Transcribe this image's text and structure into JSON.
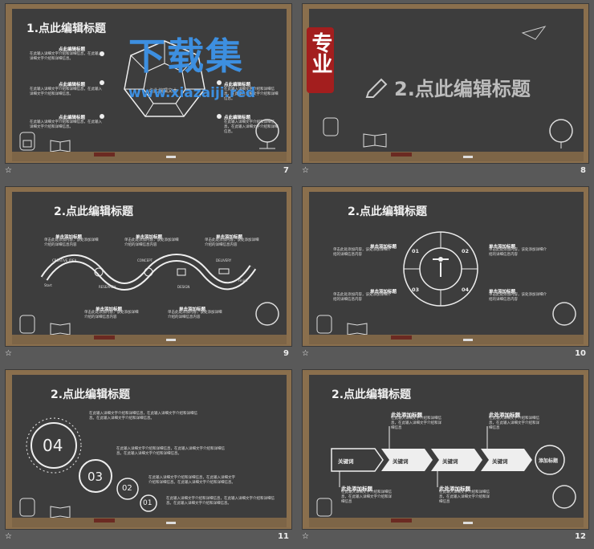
{
  "slides": [
    {
      "number": "7",
      "title": "1.点此编辑标题",
      "items": [
        {
          "head": "点此编辑标题",
          "text": "在此输入详细文字介绍和详细信息，在此输入详细文字介绍和详细信息。"
        },
        {
          "head": "点此编辑标题",
          "text": "在此输入详细文字介绍和详细信息，在此输入详细文字介绍和详细信息。"
        },
        {
          "head": "点此编辑标题",
          "text": "在此输入详细文字介绍和详细信息，在此输入详细文字介绍和详细信息。"
        },
        {
          "head": "点此编辑标题",
          "text": "在此输入详细文字介绍和详细信息，在此输入详细文字介绍和详细信息。"
        },
        {
          "head": "点此编辑标题",
          "text": "在此输入详细文字介绍和详细信息，在此输入详细文字介绍和详细信息。"
        }
      ],
      "center_text": "点此编辑文本"
    },
    {
      "number": "8",
      "title": "2.点此编辑标题"
    },
    {
      "number": "9",
      "title": "2.点此编辑标题",
      "heads": [
        "单击添加标题",
        "单击添加标题",
        "单击添加标题",
        "单击添加标题",
        "单击添加标题"
      ],
      "desc": "单击此处添加内容，该处添加详细介绍的详细信息内容",
      "ribbon": [
        "CREATIVE IDEA",
        "RESEARCH",
        "CONCEPT",
        "DESIGN",
        "DELIVERY"
      ],
      "start": "Start",
      "finish": "Finish"
    },
    {
      "number": "10",
      "title": "2.点此编辑标题",
      "heads": [
        "单击添加标题",
        "单击添加标题",
        "单击添加标题",
        "单击添加标题"
      ],
      "desc": "单击此处添加内容，该处添加详细介绍的详细信息内容",
      "labels": [
        "01",
        "02",
        "03",
        "04"
      ]
    },
    {
      "number": "11",
      "title": "2.点此编辑标题",
      "circles": [
        "04",
        "03",
        "02",
        "01"
      ],
      "text": "在此输入详细文字介绍和详细信息，在此输入详细文字介绍和详细信息。在此输入详细文字介绍和详细信息。"
    },
    {
      "number": "12",
      "title": "2.点此编辑标题",
      "heads": [
        "此处添加标题",
        "此处添加标题",
        "此处添加标题",
        "此处添加标题"
      ],
      "desc": "在此输入详细文字介绍和详细信息，在此输入详细文字介绍和详细信息",
      "keywords": [
        "关键词",
        "关键词",
        "关键词",
        "关键词"
      ],
      "add_title": "添加标题"
    }
  ],
  "watermark": {
    "title": "下载集",
    "seal": "专业",
    "url": "www.xiazaiji.red"
  },
  "colors": {
    "board": "#3d3d3d",
    "frame": "#8a6f4d",
    "watermark": "#3d8fe0",
    "seal": "#a31e1e"
  }
}
